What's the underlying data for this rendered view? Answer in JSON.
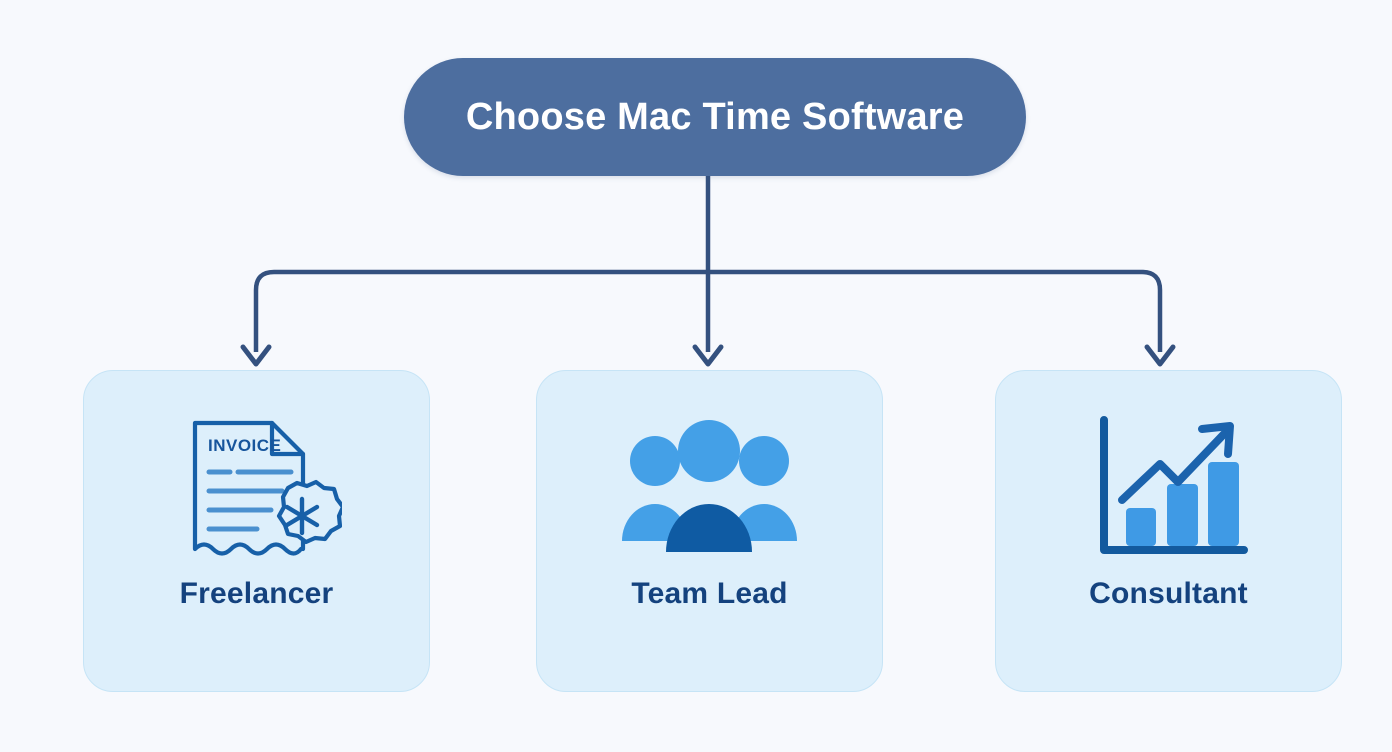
{
  "diagram": {
    "type": "flowchart",
    "title_node": {
      "label": "Choose Mac Time Software",
      "fill_color": "#4d6e9f",
      "text_color": "#ffffff"
    },
    "background_color": "#f7f9fd",
    "connector_color": "#34517f",
    "branches": [
      {
        "label": "Freelancer",
        "icon": "invoice-document-icon",
        "icon_text": "INVOICE",
        "card_fill": "#ddeffb",
        "card_border": "#c6e4f6",
        "label_color": "#14427e"
      },
      {
        "label": "Team Lead",
        "icon": "people-group-icon",
        "card_fill": "#ddeffb",
        "card_border": "#c6e4f6",
        "label_color": "#14427e"
      },
      {
        "label": "Consultant",
        "icon": "bar-chart-growth-icon",
        "card_fill": "#ddeffb",
        "card_border": "#c6e4f6",
        "label_color": "#14427e"
      }
    ],
    "palette": {
      "light_blue": "#44a0e7",
      "dark_blue": "#135a9e",
      "mid_blue": "#4a90cf",
      "navy": "#14427e"
    }
  }
}
